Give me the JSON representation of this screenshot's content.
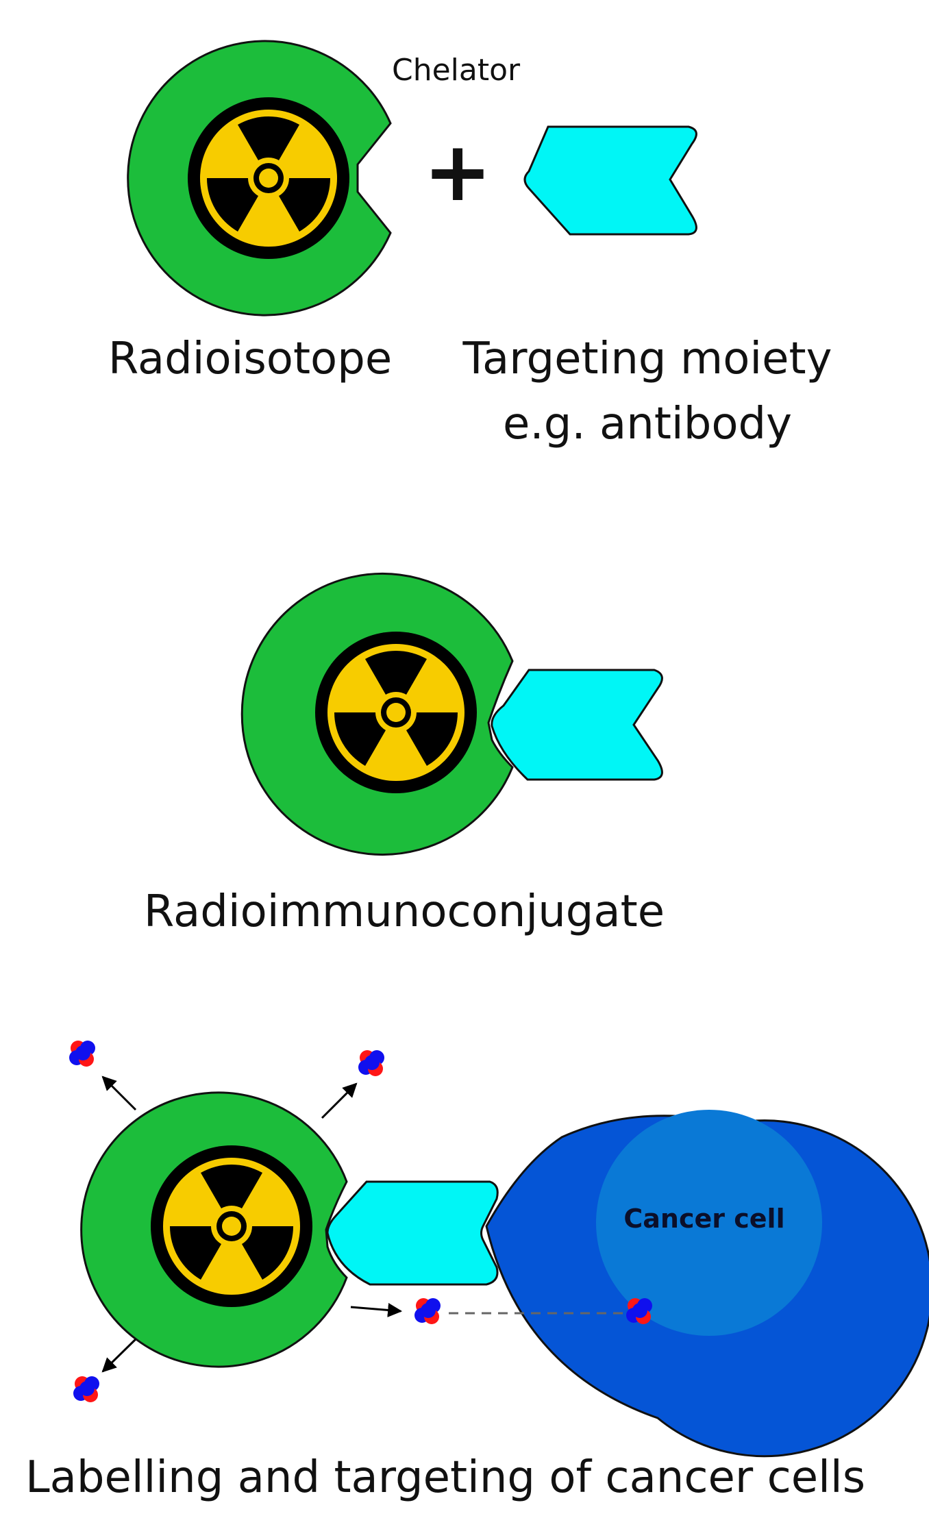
{
  "colors": {
    "chelator": "#1cbd3b",
    "chelator_stroke": "#111111",
    "radioisotope_fill": "#f7cc00",
    "radiation_symbol": "#000000",
    "antibody": "#00f6f6",
    "cancer_cell_outer": "#0555d6",
    "cancer_cell_inner": "#0a79d6",
    "particle_red": "#ff1616",
    "particle_blue": "#1010ee"
  },
  "panel1": {
    "chelator_label": "Chelator",
    "plus_sign": "+",
    "radioisotope_label": "Radioisotope",
    "targeting_label_line1": "Targeting moiety",
    "targeting_label_line2": "e.g. antibody"
  },
  "panel2": {
    "conjugate_label": "Radioimmunoconjugate"
  },
  "panel3": {
    "cancer_cell_label": "Cancer cell",
    "caption": "Labelling and targeting of cancer cells"
  }
}
